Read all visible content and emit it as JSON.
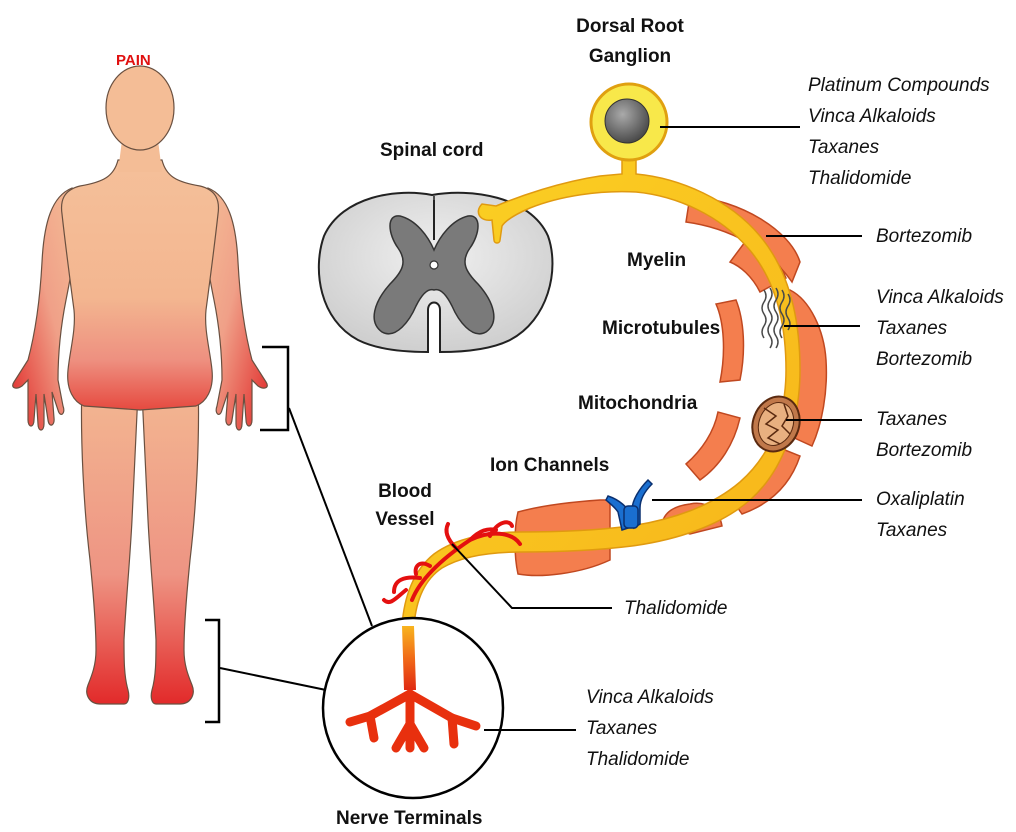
{
  "labels": {
    "pain": "PAIN",
    "drg_line1": "Dorsal Root",
    "drg_line2": "Ganglion",
    "spinal_cord": "Spinal cord",
    "myelin": "Myelin",
    "microtubules": "Microtubules",
    "mitochondria": "Mitochondria",
    "ion_channels": "Ion Channels",
    "blood_line1": "Blood",
    "blood_line2": "Vessel",
    "nerve_terminals": "Nerve Terminals"
  },
  "drugs": {
    "drg": [
      "Platinum Compounds",
      "Vinca Alkaloids",
      "Taxanes",
      "Thalidomide"
    ],
    "myelin": [
      "Bortezomib"
    ],
    "microtubules": [
      "Vinca Alkaloids",
      "Taxanes",
      "Bortezomib"
    ],
    "mitochondria": [
      "Taxanes",
      "Bortezomib"
    ],
    "ion_channels": [
      "Oxaliplatin",
      "Taxanes"
    ],
    "blood_vessel": [
      "Thalidomide"
    ],
    "nerve_terminals": [
      "Vinca Alkaloids",
      "Taxanes",
      "Thalidomide"
    ]
  },
  "colors": {
    "pain_red": "#e01010",
    "skin": "#f4bd96",
    "axon_yellow": "#f8c81e",
    "myelin_orange": "#f47e4e",
    "ion_channel_blue": "#1a6fd0",
    "mitochondria_brown": "#b2622c",
    "spinal_grey": "#777777"
  }
}
